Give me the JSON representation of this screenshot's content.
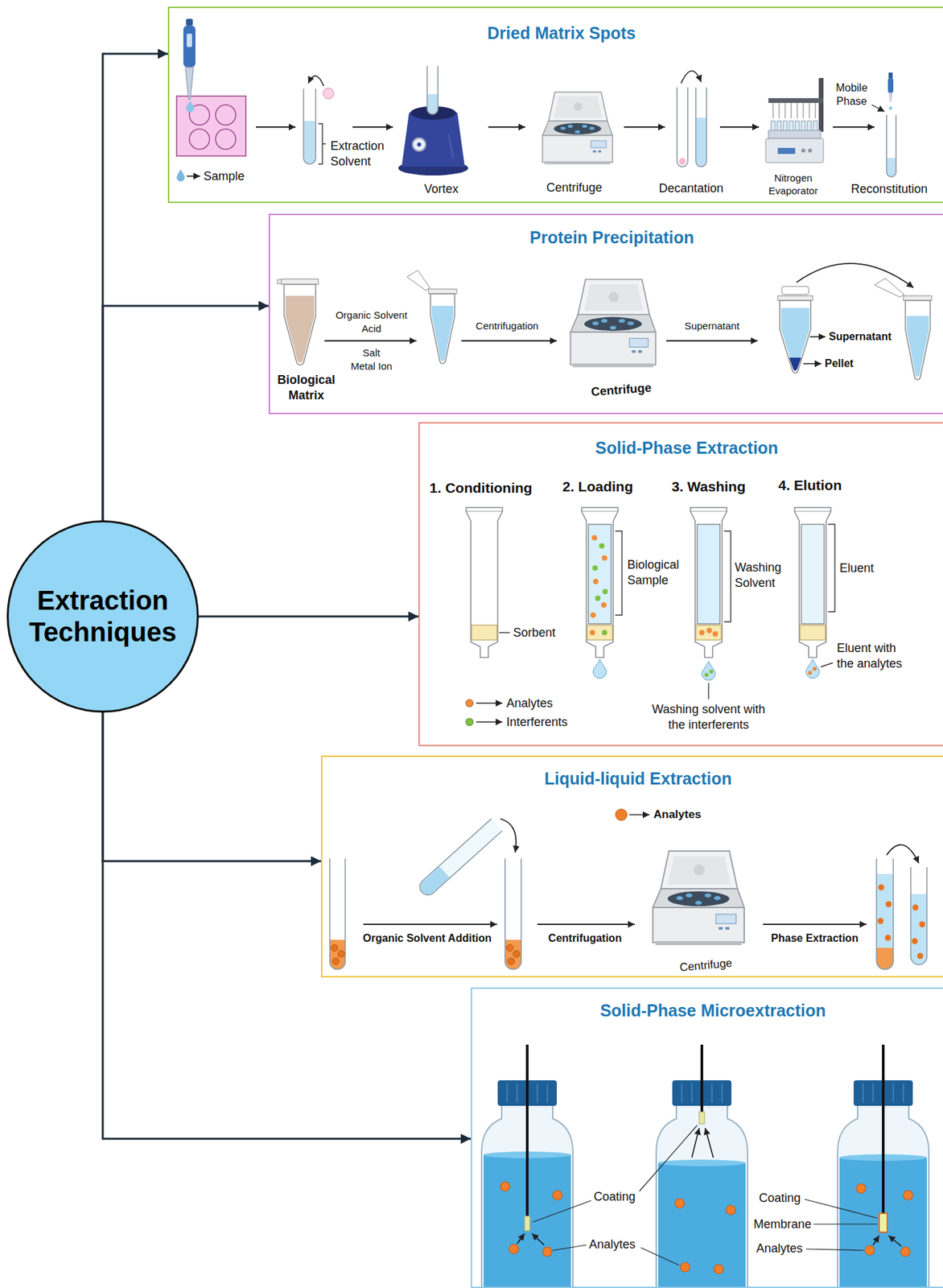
{
  "diagram": {
    "nodes": [
      {
        "text": [
          "Extraction Techniques"
        ]
      },
      {
        "text": [
          "Dried Matrix Spots"
        ]
      },
      {
        "text": [
          "Protein Precipitation"
        ]
      },
      {
        "text": [
          "Solid-Phase Extraction"
        ]
      },
      {
        "text": [
          "Liquid-liquid Extraction"
        ]
      },
      {
        "text": [
          "Solid-Phase Microextraction"
        ]
      }
    ],
    "edges": [
      {
        "from": 0,
        "to": 1,
        "arrow": "to"
      },
      {
        "from": 0,
        "to": 2,
        "arrow": "to"
      },
      {
        "from": 0,
        "to": 3,
        "arrow": "to"
      },
      {
        "from": 0,
        "to": 4,
        "arrow": "to"
      },
      {
        "from": 0,
        "to": 5,
        "arrow": "to"
      }
    ],
    "labels": [
      "Sample",
      "Extraction Solvent",
      "Vortex",
      "Centrifuge",
      "Decantation",
      "Nitrogen Evaporator",
      "Mobile Phase",
      "Reconstitution",
      "Organic Solvent",
      "Acid",
      "Salt",
      "Metal Ion",
      "Biological Matrix",
      "Centrifugation",
      "Centrifuge",
      "Supernatant",
      "Supernatant",
      "Pellet",
      "1. Conditioning",
      "2. Loading",
      "3. Washing",
      "4. Elution",
      "Sorbent",
      "Biological Sample",
      "Washing Solvent",
      "Eluent",
      "Eluent with the analytes",
      "Washing solvent with the interferents",
      "Organic Solvent Addition",
      "Centrifugation",
      "Centrifuge",
      "Phase Extraction",
      "Coating",
      "Analytes",
      "Coating",
      "Membrane",
      "Analytes"
    ],
    "legend": [
      {
        "text": "Analytes",
        "color": "#f08c3a"
      },
      {
        "text": "Interferents",
        "color": "#7dc142"
      },
      {
        "text": "Analytes",
        "color": "#f07f2a"
      }
    ]
  }
}
